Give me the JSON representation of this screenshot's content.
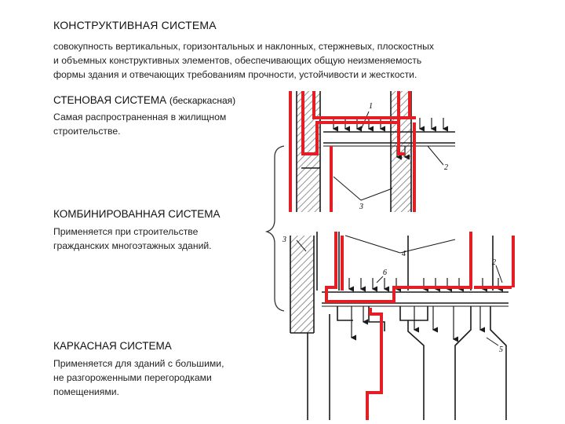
{
  "title": "КОНСТРУКТИВНАЯ СИСТЕМА",
  "definition_lines": [
    "совокупность вертикальных, горизонтальных и наклонных, стержневых, плоскостных",
    "и объемных конструктивных элементов, обеспечивающих общую неизменяемость",
    "формы здания и отвечающих требованиям прочности, устойчивости и жесткости."
  ],
  "sections": [
    {
      "heading": "СТЕНОВАЯ СИСТЕМА",
      "heading_suffix": "(бескаркасная)",
      "lines": [
        "Самая распространенная в жилищном",
        "строительстве."
      ]
    },
    {
      "heading": "КОМБИНИРОВАННАЯ СИСТЕМА",
      "lines": [
        "Применяется при строительстве",
        "гражданских многоэтажных зданий."
      ]
    },
    {
      "heading": "КАРКАСНАЯ СИСТЕМА",
      "lines": [
        "Применяется для зданий с большими,",
        "не разгороженными перегородками",
        "помещениями."
      ]
    }
  ],
  "drawing_labels": {
    "top_1": "1",
    "top_2": "2",
    "top_3": "3",
    "bot_3": "3",
    "bot_4": "4",
    "bot_6": "6",
    "bot_2": "2",
    "bot_5": "5"
  },
  "colors": {
    "highlight": "#e31e24",
    "line": "#1a1a1a",
    "hatch": "#777777"
  }
}
